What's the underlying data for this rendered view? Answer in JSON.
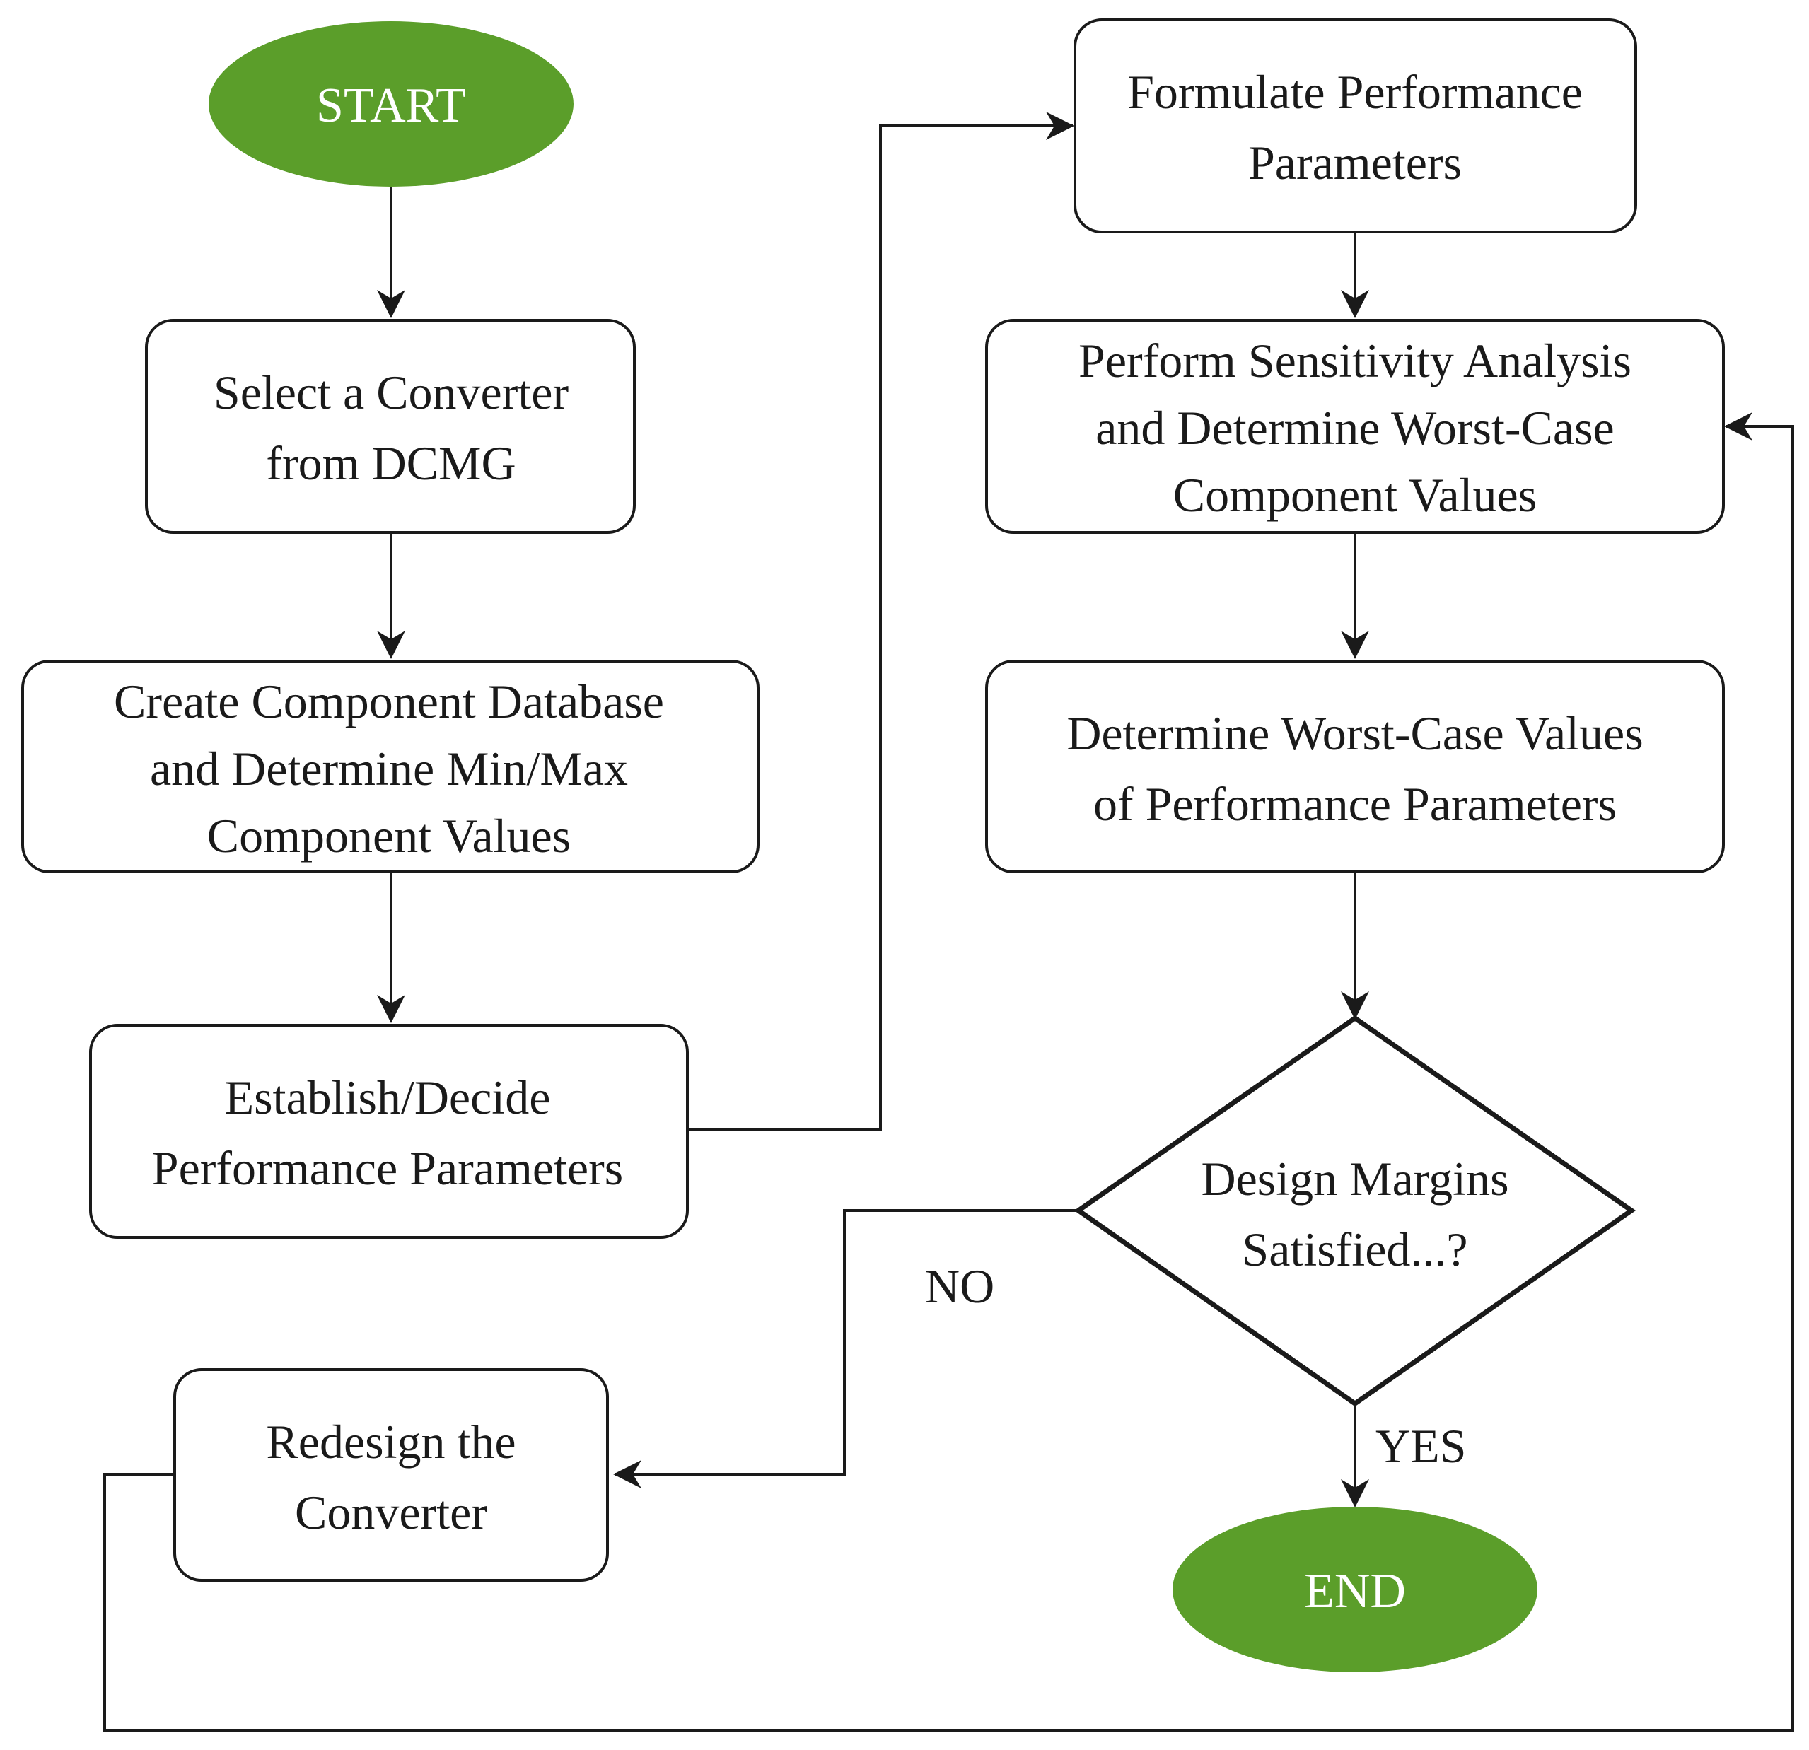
{
  "colors": {
    "terminal_fill": "#5b9e2a",
    "terminal_text": "#ffffff",
    "stroke": "#1a1a1a",
    "text": "#1a1a1a",
    "background": "#ffffff"
  },
  "nodes": {
    "start": {
      "lines": [
        "START"
      ]
    },
    "select": {
      "lines": [
        "Select a Converter",
        "from DCMG"
      ]
    },
    "database": {
      "lines": [
        "Create Component Database",
        "and Determine Min/Max",
        "Component Values"
      ]
    },
    "establish": {
      "lines": [
        "Establish/Decide",
        "Performance Parameters"
      ]
    },
    "formulate": {
      "lines": [
        "Formulate Performance",
        "Parameters"
      ]
    },
    "sensitivity": {
      "lines": [
        "Perform Sensitivity Analysis",
        "and Determine Worst-Case",
        "Component Values"
      ]
    },
    "worstcase": {
      "lines": [
        "Determine Worst-Case Values",
        "of Performance Parameters"
      ]
    },
    "decision": {
      "lines": [
        "Design Margins",
        "Satisfied...?"
      ]
    },
    "end": {
      "lines": [
        "END"
      ]
    },
    "redesign": {
      "lines": [
        "Redesign the",
        "Converter"
      ]
    }
  },
  "edge_labels": {
    "no": "NO",
    "yes": "YES"
  }
}
